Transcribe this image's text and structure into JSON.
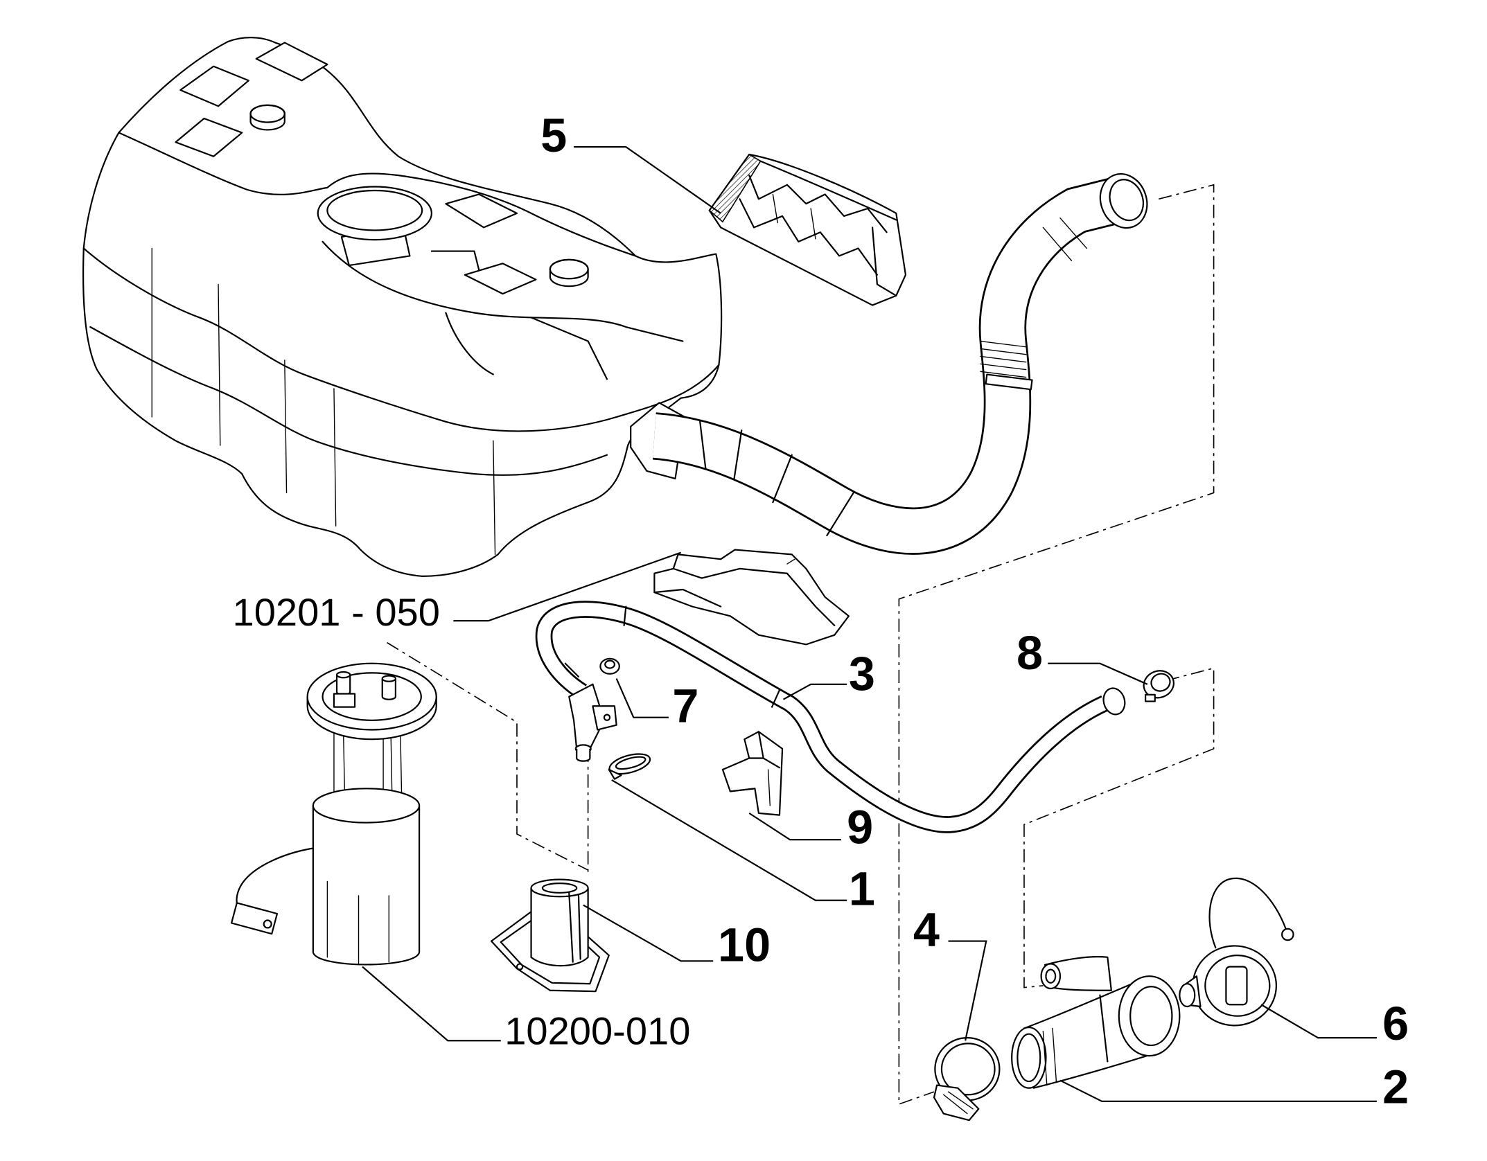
{
  "callouts": {
    "part_5": "5",
    "part_10201_050": "10201 - 050",
    "part_3": "3",
    "part_8": "8",
    "part_7": "7",
    "part_9": "9",
    "part_1": "1",
    "part_10": "10",
    "part_4": "4",
    "part_6": "6",
    "part_2": "2",
    "part_10200_010": "10200-010"
  },
  "colors": {
    "line": "#000000",
    "background": "#ffffff"
  }
}
